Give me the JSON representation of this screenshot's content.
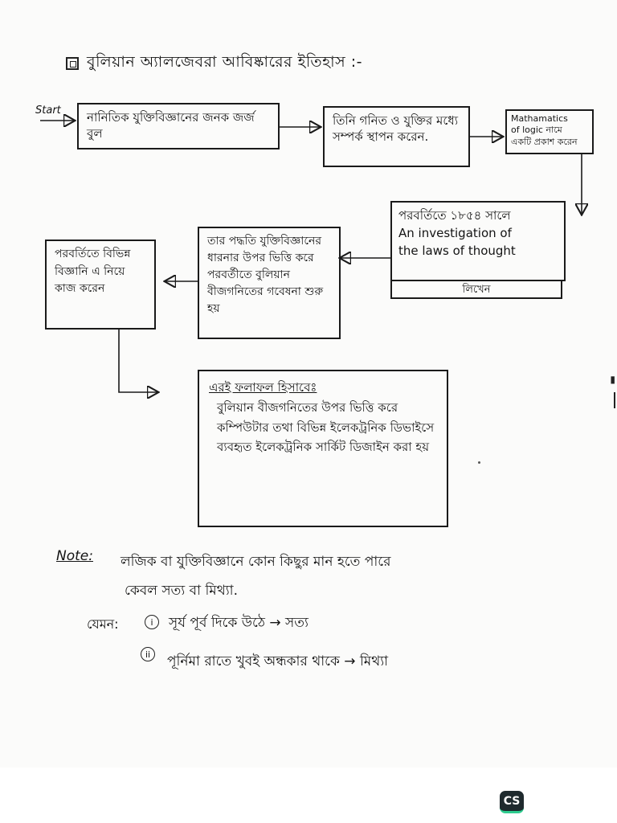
{
  "title": "বুলিয়ান অ্যালজেবরা আবিষ্কারের ইতিহাস :-",
  "flow": {
    "start_label": "Start",
    "box1": "নানিতিক যুক্তিবিজ্ঞানের জনক জর্জ বুল",
    "box2": "তিনি গনিত ও যুক্তির মধ্যে সম্পর্ক স্থাপন করেন.",
    "box3_line1": "Mathamatics",
    "box3_line2": "of logic নামে",
    "box3_line3": "একটি প্রকাশ করেন",
    "box4_line1": "পরবর্তিতে ১৮৫৪ সালে",
    "box4_line2": "An investigation of",
    "box4_line3": "the laws of thought",
    "box4_line4": "লিখেন",
    "box5": "তার পদ্ধতি যুক্তিবিজ্ঞানের ধারনার উপর ভিত্তি করে পরবর্তীতে বুলিয়ান বীজগনিতের গবেষনা শুরু হয়",
    "box6": "পরবর্তিতে বিভিন্ন বিজ্ঞানি এ নিয়ে কাজ করেন",
    "box7_line1": "এরই ফলাফল হিসাবেঃ",
    "box7_line2": "বুলিয়ান বীজগনিতের উপর ভিত্তি করে কম্পিউটার তথা বিভিন্ন ইলেকট্রনিক ডিভাইসে ব্যবহৃত ইলেকট্রনিক সার্কিট ডিজাইন করা হয়"
  },
  "note": {
    "label": "Note:",
    "line1": "লজিক বা যুক্তিবিজ্ঞানে কোন কিছুর মান হতে পারে",
    "line2": "কেবল সত্য বা মিথ্যা.",
    "example_label": "যেমন:",
    "examples": [
      {
        "num": "i",
        "text": "সূর্য পূর্ব দিকে উঠে → সত্য"
      },
      {
        "num": "ii",
        "text": "পূর্নিমা রাতে খুবই অন্ধকার থাকে → মিথ্যা"
      }
    ]
  },
  "badge": "CS"
}
